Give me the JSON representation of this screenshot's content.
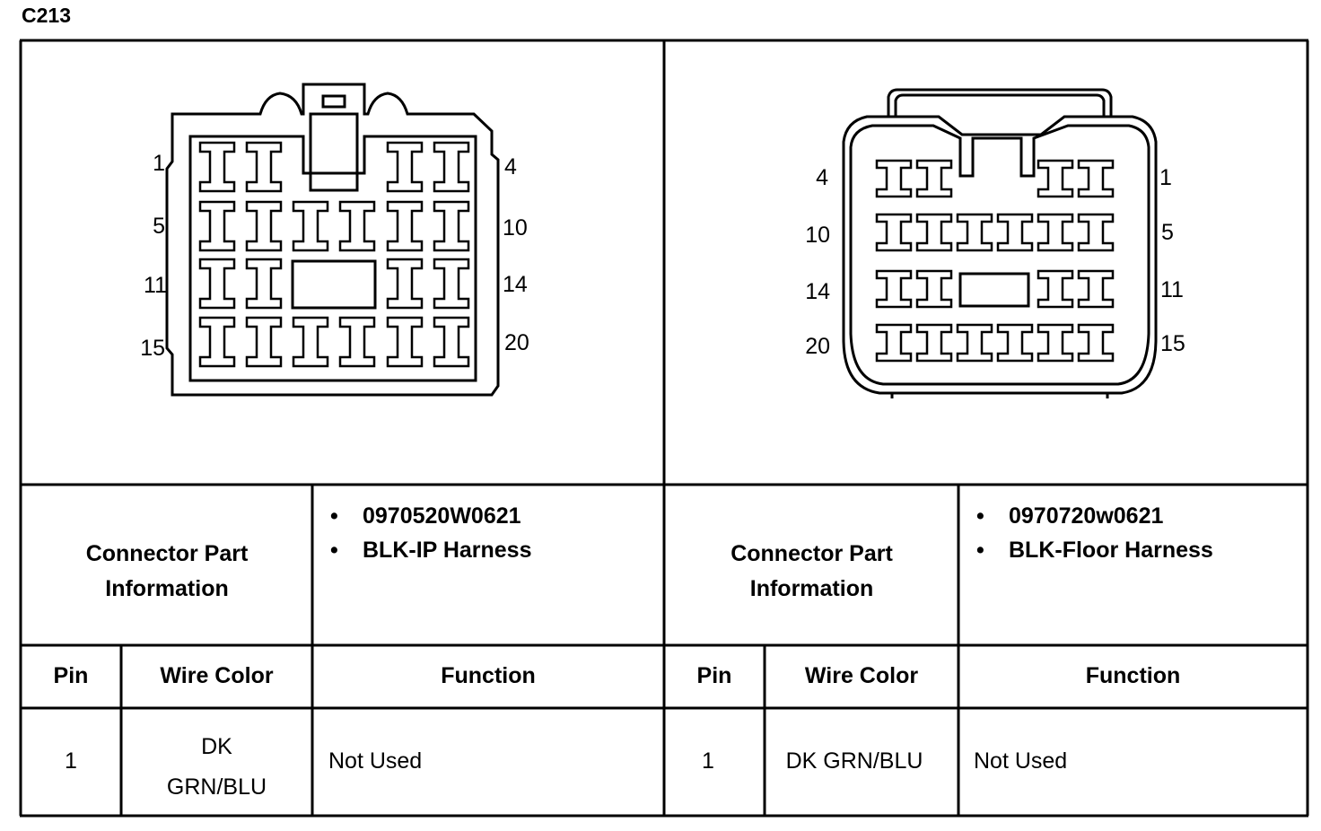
{
  "connector_id": "C213",
  "left": {
    "pin_labels": {
      "r1_left": "1",
      "r1_right": "4",
      "r2_left": "5",
      "r2_right": "10",
      "r3_left": "11",
      "r3_right": "14",
      "r4_left": "15",
      "r4_right": "20"
    },
    "info_label_line1": "Connector Part",
    "info_label_line2": "Information",
    "part_number": "0970520W0621",
    "harness": "BLK-IP Harness",
    "headers": {
      "pin": "Pin",
      "wire_color": "Wire Color",
      "function": "Function"
    },
    "rows": [
      {
        "pin": "1",
        "wire_color_line1": "DK",
        "wire_color_line2": "GRN/BLU",
        "function": "Not Used"
      }
    ]
  },
  "right": {
    "pin_labels": {
      "r1_left": "4",
      "r1_right": "1",
      "r2_left": "10",
      "r2_right": "5",
      "r3_left": "14",
      "r3_right": "11",
      "r4_left": "20",
      "r4_right": "15"
    },
    "info_label_line1": "Connector Part",
    "info_label_line2": "Information",
    "part_number": "0970720w0621",
    "harness": "BLK-Floor Harness",
    "headers": {
      "pin": "Pin",
      "wire_color": "Wire Color",
      "function": "Function"
    },
    "rows": [
      {
        "pin": "1",
        "wire_color": "DK GRN/BLU",
        "function": "Not Used"
      }
    ]
  }
}
